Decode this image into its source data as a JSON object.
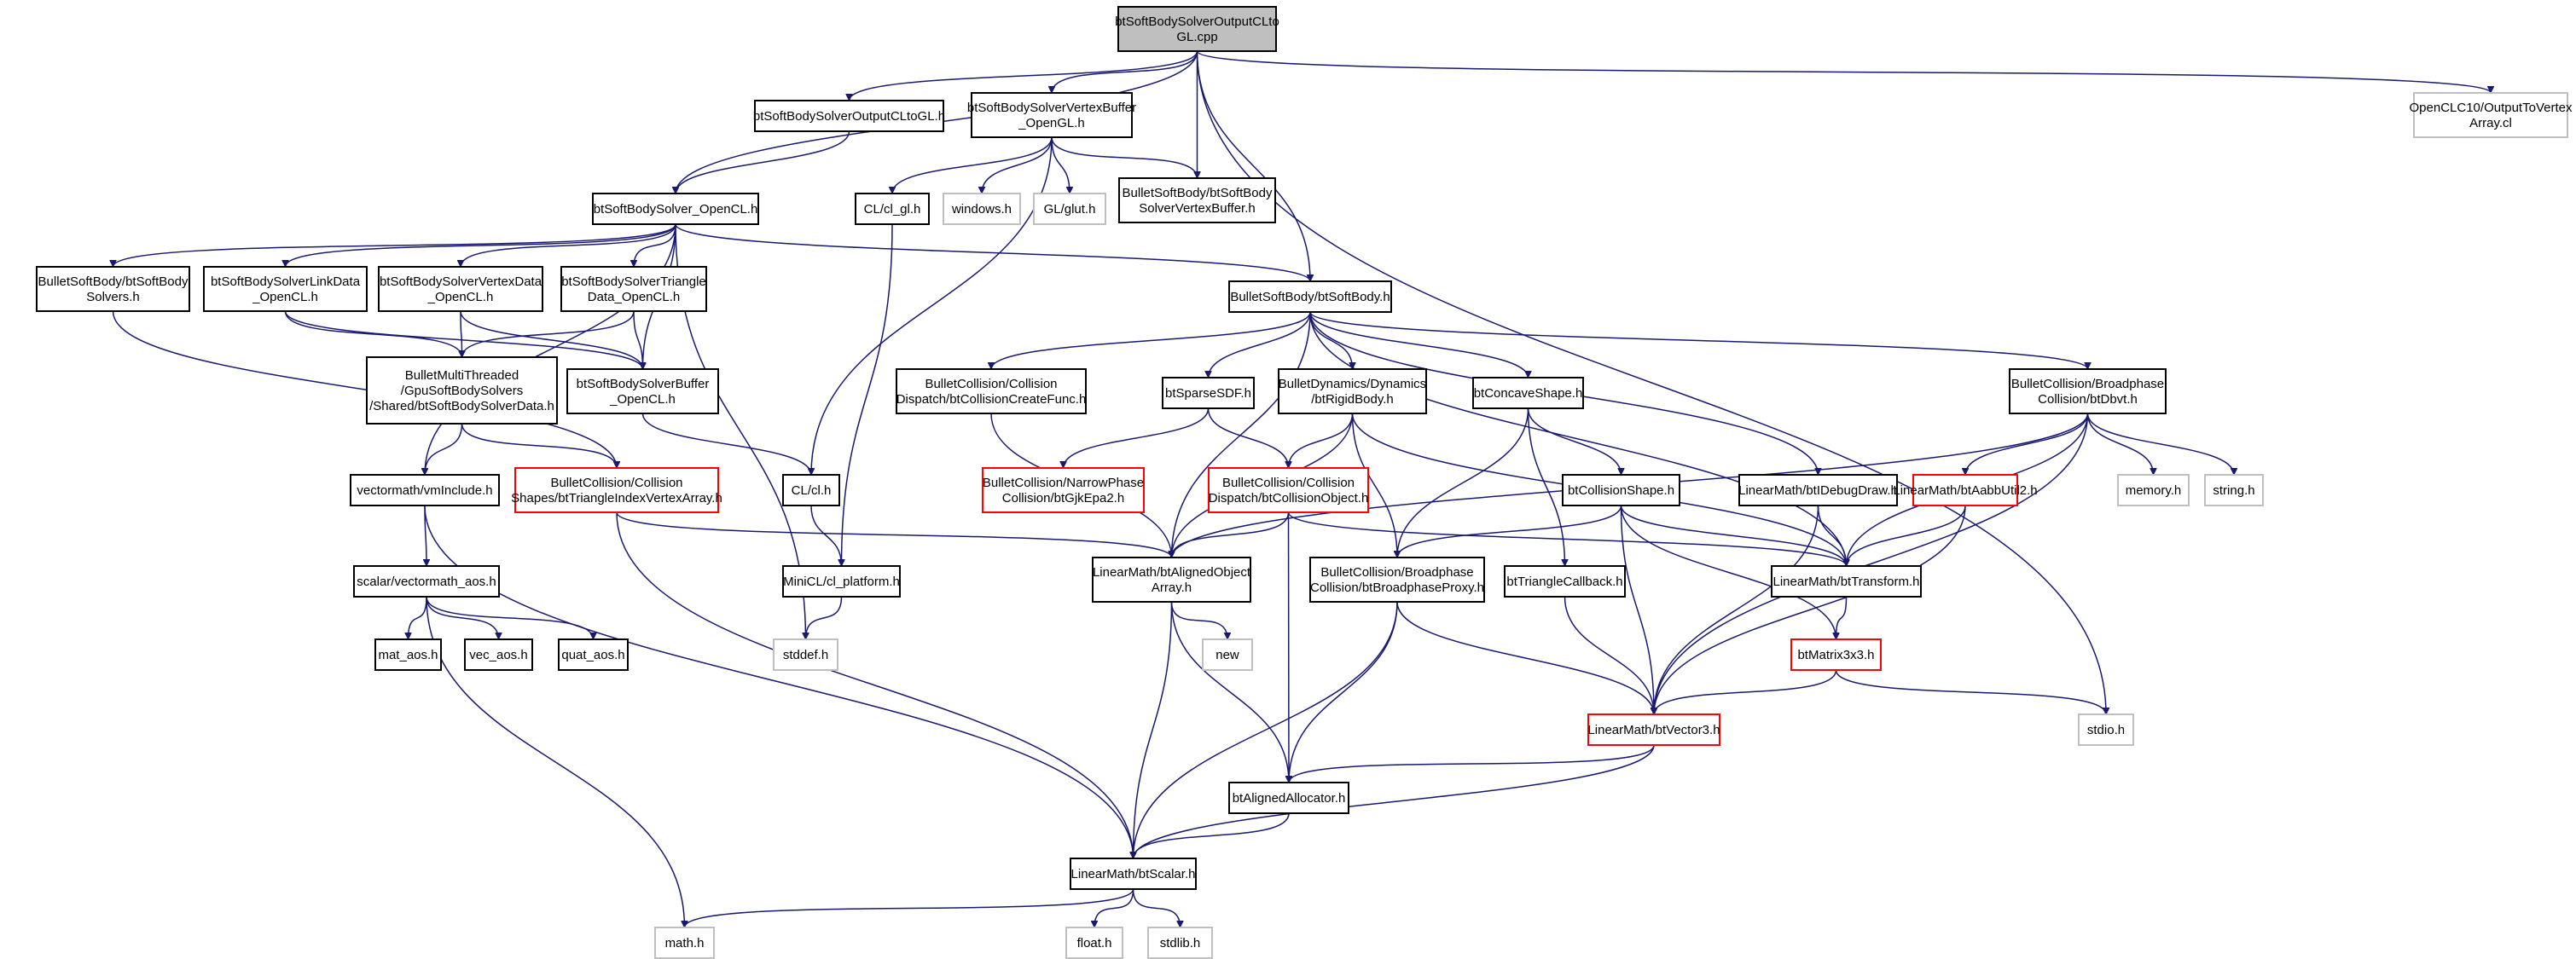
{
  "colors": {
    "edge": "#191970",
    "root_fill": "#bfbfbf",
    "node_fill": "#ffffff",
    "border_normal": "#000000",
    "border_truncated": "#ff0000",
    "border_external": "#bfbfbf"
  },
  "nodes": [
    {
      "id": "root",
      "lines": [
        "btSoftBodySolverOutputCLto",
        "GL.cpp"
      ],
      "style": "root"
    },
    {
      "id": "outputCLtoGL_h",
      "lines": [
        "btSoftBodySolverOutputCLtoGL.h"
      ],
      "style": "normal"
    },
    {
      "id": "vertexBufferOpenGL",
      "lines": [
        "btSoftBodySolverVertexBuffer",
        "_OpenGL.h"
      ],
      "style": "normal"
    },
    {
      "id": "openclc10",
      "lines": [
        "OpenCLC10/OutputToVertex",
        "Array.cl"
      ],
      "style": "external"
    },
    {
      "id": "solverOpenCL",
      "lines": [
        "btSoftBodySolver_OpenCL.h"
      ],
      "style": "normal"
    },
    {
      "id": "cl_gl",
      "lines": [
        "CL/cl_gl.h"
      ],
      "style": "normal"
    },
    {
      "id": "windows",
      "lines": [
        "windows.h"
      ],
      "style": "external"
    },
    {
      "id": "glut",
      "lines": [
        "GL/glut.h"
      ],
      "style": "external"
    },
    {
      "id": "solverVertexBuffer",
      "lines": [
        "BulletSoftBody/btSoftBody",
        "SolverVertexBuffer.h"
      ],
      "style": "normal"
    },
    {
      "id": "softBodySolvers",
      "lines": [
        "BulletSoftBody/btSoftBody",
        "Solvers.h"
      ],
      "style": "normal"
    },
    {
      "id": "linkData",
      "lines": [
        "btSoftBodySolverLinkData",
        "_OpenCL.h"
      ],
      "style": "normal"
    },
    {
      "id": "vertexData",
      "lines": [
        "btSoftBodySolverVertexData",
        "_OpenCL.h"
      ],
      "style": "normal"
    },
    {
      "id": "triangleData",
      "lines": [
        "btSoftBodySolverTriangle",
        "Data_OpenCL.h"
      ],
      "style": "normal"
    },
    {
      "id": "softBody",
      "lines": [
        "BulletSoftBody/btSoftBody.h"
      ],
      "style": "normal"
    },
    {
      "id": "multiThreaded",
      "lines": [
        "BulletMultiThreaded",
        "/GpuSoftBodySolvers",
        "/Shared/btSoftBodySolverData.h"
      ],
      "style": "normal"
    },
    {
      "id": "bufferOpenCL",
      "lines": [
        "btSoftBodySolverBuffer",
        "_OpenCL.h"
      ],
      "style": "normal"
    },
    {
      "id": "collisionCreateFunc",
      "lines": [
        "BulletCollision/Collision",
        "Dispatch/btCollisionCreateFunc.h"
      ],
      "style": "normal"
    },
    {
      "id": "sparseSDF",
      "lines": [
        "btSparseSDF.h"
      ],
      "style": "normal"
    },
    {
      "id": "rigidBody",
      "lines": [
        "BulletDynamics/Dynamics",
        "/btRigidBody.h"
      ],
      "style": "normal"
    },
    {
      "id": "concaveShape",
      "lines": [
        "btConcaveShape.h"
      ],
      "style": "normal"
    },
    {
      "id": "dbvt",
      "lines": [
        "BulletCollision/Broadphase",
        "Collision/btDbvt.h"
      ],
      "style": "normal"
    },
    {
      "id": "vmInclude",
      "lines": [
        "vectormath/vmInclude.h"
      ],
      "style": "normal"
    },
    {
      "id": "triangleIndexVertexArray",
      "lines": [
        "BulletCollision/Collision",
        "Shapes/btTriangleIndexVertexArray.h"
      ],
      "style": "truncated"
    },
    {
      "id": "cl_h",
      "lines": [
        "CL/cl.h"
      ],
      "style": "normal"
    },
    {
      "id": "gjkEpa2",
      "lines": [
        "BulletCollision/NarrowPhase",
        "Collision/btGjkEpa2.h"
      ],
      "style": "truncated"
    },
    {
      "id": "collisionObject",
      "lines": [
        "BulletCollision/Collision",
        "Dispatch/btCollisionObject.h"
      ],
      "style": "truncated"
    },
    {
      "id": "collisionShape",
      "lines": [
        "btCollisionShape.h"
      ],
      "style": "normal"
    },
    {
      "id": "idebugDraw",
      "lines": [
        "LinearMath/btIDebugDraw.h"
      ],
      "style": "normal"
    },
    {
      "id": "aabbUtil2",
      "lines": [
        "LinearMath/btAabbUtil2.h"
      ],
      "style": "truncated"
    },
    {
      "id": "memory",
      "lines": [
        "memory.h"
      ],
      "style": "external"
    },
    {
      "id": "string",
      "lines": [
        "string.h"
      ],
      "style": "external"
    },
    {
      "id": "alignedObjectArray",
      "lines": [
        "LinearMath/btAlignedObject",
        "Array.h"
      ],
      "style": "normal"
    },
    {
      "id": "broadphaseProxy",
      "lines": [
        "BulletCollision/Broadphase",
        "Collision/btBroadphaseProxy.h"
      ],
      "style": "normal"
    },
    {
      "id": "triangleCallback",
      "lines": [
        "btTriangleCallback.h"
      ],
      "style": "normal"
    },
    {
      "id": "transform",
      "lines": [
        "LinearMath/btTransform.h"
      ],
      "style": "normal"
    },
    {
      "id": "vectormathAos",
      "lines": [
        "scalar/vectormath_aos.h"
      ],
      "style": "normal"
    },
    {
      "id": "clPlatform",
      "lines": [
        "MiniCL/cl_platform.h"
      ],
      "style": "normal"
    },
    {
      "id": "matAos",
      "lines": [
        "mat_aos.h"
      ],
      "style": "normal"
    },
    {
      "id": "vecAos",
      "lines": [
        "vec_aos.h"
      ],
      "style": "normal"
    },
    {
      "id": "quatAos",
      "lines": [
        "quat_aos.h"
      ],
      "style": "normal"
    },
    {
      "id": "new",
      "lines": [
        "new"
      ],
      "style": "external"
    },
    {
      "id": "stddef",
      "lines": [
        "stddef.h"
      ],
      "style": "external"
    },
    {
      "id": "matrix3x3",
      "lines": [
        "btMatrix3x3.h"
      ],
      "style": "truncated"
    },
    {
      "id": "stdio",
      "lines": [
        "stdio.h"
      ],
      "style": "external"
    },
    {
      "id": "vector3",
      "lines": [
        "LinearMath/btVector3.h"
      ],
      "style": "truncated"
    },
    {
      "id": "alignedAllocator",
      "lines": [
        "btAlignedAllocator.h"
      ],
      "style": "normal"
    },
    {
      "id": "scalar",
      "lines": [
        "LinearMath/btScalar.h"
      ],
      "style": "normal"
    },
    {
      "id": "math",
      "lines": [
        "math.h"
      ],
      "style": "external"
    },
    {
      "id": "float",
      "lines": [
        "float.h"
      ],
      "style": "external"
    },
    {
      "id": "stdlib",
      "lines": [
        "stdlib.h"
      ],
      "style": "external"
    }
  ],
  "edges": [
    [
      "root",
      "outputCLtoGL_h"
    ],
    [
      "root",
      "vertexBufferOpenGL"
    ],
    [
      "root",
      "openclc10"
    ],
    [
      "root",
      "solverOpenCL"
    ],
    [
      "root",
      "solverVertexBuffer"
    ],
    [
      "root",
      "softBody"
    ],
    [
      "root",
      "stdio"
    ],
    [
      "outputCLtoGL_h",
      "solverOpenCL"
    ],
    [
      "vertexBufferOpenGL",
      "cl_gl"
    ],
    [
      "vertexBufferOpenGL",
      "windows"
    ],
    [
      "vertexBufferOpenGL",
      "glut"
    ],
    [
      "vertexBufferOpenGL",
      "solverVertexBuffer"
    ],
    [
      "vertexBufferOpenGL",
      "cl_h"
    ],
    [
      "solverOpenCL",
      "softBodySolvers"
    ],
    [
      "solverOpenCL",
      "linkData"
    ],
    [
      "solverOpenCL",
      "vertexData"
    ],
    [
      "solverOpenCL",
      "triangleData"
    ],
    [
      "solverOpenCL",
      "bufferOpenCL"
    ],
    [
      "solverOpenCL",
      "softBody"
    ],
    [
      "solverOpenCL",
      "vmInclude"
    ],
    [
      "solverOpenCL",
      "stddef"
    ],
    [
      "cl_gl",
      "clPlatform"
    ],
    [
      "softBodySolvers",
      "triangleIndexVertexArray"
    ],
    [
      "linkData",
      "multiThreaded"
    ],
    [
      "linkData",
      "bufferOpenCL"
    ],
    [
      "vertexData",
      "multiThreaded"
    ],
    [
      "vertexData",
      "bufferOpenCL"
    ],
    [
      "triangleData",
      "multiThreaded"
    ],
    [
      "triangleData",
      "bufferOpenCL"
    ],
    [
      "multiThreaded",
      "vmInclude"
    ],
    [
      "multiThreaded",
      "triangleIndexVertexArray"
    ],
    [
      "bufferOpenCL",
      "cl_h"
    ],
    [
      "softBody",
      "collisionCreateFunc"
    ],
    [
      "softBody",
      "sparseSDF"
    ],
    [
      "softBody",
      "rigidBody"
    ],
    [
      "softBody",
      "concaveShape"
    ],
    [
      "softBody",
      "dbvt"
    ],
    [
      "softBody",
      "idebugDraw"
    ],
    [
      "softBody",
      "alignedObjectArray"
    ],
    [
      "softBody",
      "transform"
    ],
    [
      "collisionCreateFunc",
      "alignedObjectArray"
    ],
    [
      "sparseSDF",
      "gjkEpa2"
    ],
    [
      "sparseSDF",
      "collisionObject"
    ],
    [
      "rigidBody",
      "collisionObject"
    ],
    [
      "rigidBody",
      "alignedObjectArray"
    ],
    [
      "rigidBody",
      "broadphaseProxy"
    ],
    [
      "rigidBody",
      "transform"
    ],
    [
      "concaveShape",
      "collisionShape"
    ],
    [
      "concaveShape",
      "broadphaseProxy"
    ],
    [
      "concaveShape",
      "triangleCallback"
    ],
    [
      "dbvt",
      "aabbUtil2"
    ],
    [
      "dbvt",
      "memory"
    ],
    [
      "dbvt",
      "string"
    ],
    [
      "dbvt",
      "alignedObjectArray"
    ],
    [
      "dbvt",
      "transform"
    ],
    [
      "dbvt",
      "vector3"
    ],
    [
      "vmInclude",
      "vectormathAos"
    ],
    [
      "vmInclude",
      "scalar"
    ],
    [
      "triangleIndexVertexArray",
      "alignedObjectArray"
    ],
    [
      "triangleIndexVertexArray",
      "scalar"
    ],
    [
      "cl_h",
      "clPlatform"
    ],
    [
      "collisionObject",
      "alignedObjectArray"
    ],
    [
      "collisionObject",
      "transform"
    ],
    [
      "collisionObject",
      "alignedAllocator"
    ],
    [
      "collisionShape",
      "transform"
    ],
    [
      "collisionShape",
      "broadphaseProxy"
    ],
    [
      "collisionShape",
      "vector3"
    ],
    [
      "collisionShape",
      "matrix3x3"
    ],
    [
      "idebugDraw",
      "transform"
    ],
    [
      "idebugDraw",
      "vector3"
    ],
    [
      "aabbUtil2",
      "transform"
    ],
    [
      "aabbUtil2",
      "vector3"
    ],
    [
      "alignedObjectArray",
      "new"
    ],
    [
      "alignedObjectArray",
      "alignedAllocator"
    ],
    [
      "alignedObjectArray",
      "scalar"
    ],
    [
      "broadphaseProxy",
      "vector3"
    ],
    [
      "broadphaseProxy",
      "alignedAllocator"
    ],
    [
      "broadphaseProxy",
      "scalar"
    ],
    [
      "triangleCallback",
      "vector3"
    ],
    [
      "transform",
      "matrix3x3"
    ],
    [
      "vectormathAos",
      "matAos"
    ],
    [
      "vectormathAos",
      "vecAos"
    ],
    [
      "vectormathAos",
      "quatAos"
    ],
    [
      "vectormathAos",
      "math"
    ],
    [
      "clPlatform",
      "stddef"
    ],
    [
      "matrix3x3",
      "vector3"
    ],
    [
      "matrix3x3",
      "stdio"
    ],
    [
      "vector3",
      "alignedAllocator"
    ],
    [
      "vector3",
      "scalar"
    ],
    [
      "alignedAllocator",
      "scalar"
    ],
    [
      "scalar",
      "math"
    ],
    [
      "scalar",
      "float"
    ],
    [
      "scalar",
      "stdlib"
    ]
  ]
}
